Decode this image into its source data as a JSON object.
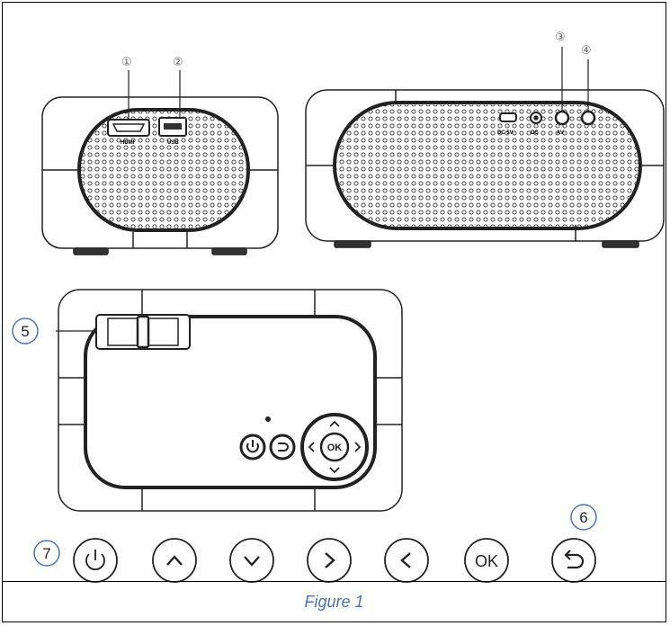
{
  "ports_top": [
    {
      "marker": "①",
      "label": "HDMI"
    },
    {
      "marker": "②",
      "label": "USB"
    }
  ],
  "ports_back": [
    {
      "label": "DC 5V"
    },
    {
      "label": "DC"
    },
    {
      "marker": "③",
      "label": "AV"
    },
    {
      "marker": "④",
      "label": ""
    }
  ],
  "callouts": {
    "focus": "5",
    "return": "6",
    "power": "7"
  },
  "top_panel_ok": "OK",
  "button_row": [
    {
      "name": "power-icon"
    },
    {
      "name": "up-arrow-icon"
    },
    {
      "name": "down-arrow-icon"
    },
    {
      "name": "right-arrow-icon"
    },
    {
      "name": "left-arrow-icon"
    },
    {
      "name": "ok-button",
      "label": "OK"
    },
    {
      "name": "return-icon"
    }
  ],
  "caption": "Figure 1",
  "colors": {
    "caption": "#4a72c4",
    "callout_circle": "#4a72c4",
    "line": "#222222"
  }
}
